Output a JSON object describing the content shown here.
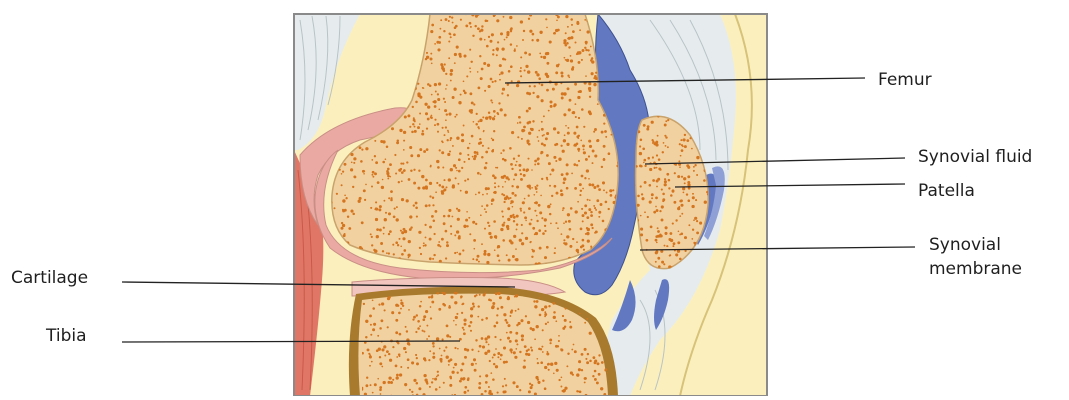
{
  "labels": {
    "femur": "Femur",
    "synovial_fluid": "Synovial fluid",
    "patella": "Patella",
    "synovial_membrane_line1": "Synovial",
    "synovial_membrane_line2": "membrane",
    "cartilage": "Cartilage",
    "tibia": "Tibia"
  },
  "colors": {
    "background": "#ffffff",
    "soft_tissue": "#fbf0bd",
    "ligament": "#e6ecee",
    "bone_fill": "#f2d1a1",
    "bone_dots": "#d4751f",
    "cartilage": "#eaaaa3",
    "synovial_fluid": "#6279c2",
    "muscle": "#e07766",
    "tibia_rim": "#a77a2d",
    "leader_line": "#222222"
  }
}
